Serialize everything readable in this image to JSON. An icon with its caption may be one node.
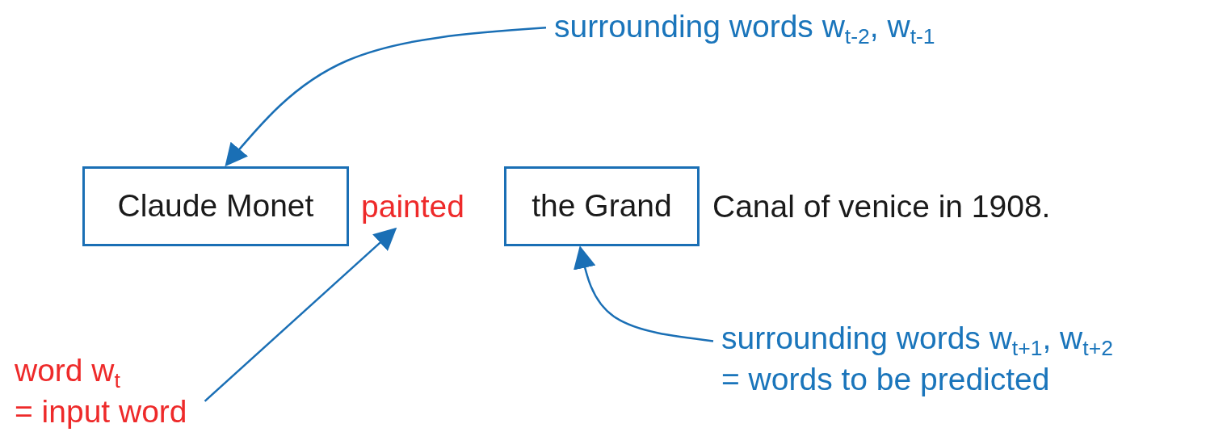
{
  "diagram": {
    "nodes": [
      {
        "text": [
          "surrounding words w$_{t-2}$, w$_{t-1}$"
        ]
      },
      {
        "text": [
          "Claude Monet"
        ]
      },
      {
        "text": [
          "painted"
        ]
      },
      {
        "text": [
          "the Grand"
        ]
      },
      {
        "text": [
          "surrounding words w$_{t+1}$, w$_{t+2}$",
          "= words to be predicted"
        ]
      },
      {
        "text": [
          "word w$_{t}$",
          "= input word"
        ]
      }
    ],
    "edges": [
      {
        "from": 0,
        "to": 1,
        "arrow": "to"
      },
      {
        "from": 5,
        "to": 2,
        "arrow": "to"
      },
      {
        "from": 4,
        "to": 3,
        "arrow": "to"
      }
    ],
    "labels": [
      "Canal of venice in 1908."
    ]
  }
}
